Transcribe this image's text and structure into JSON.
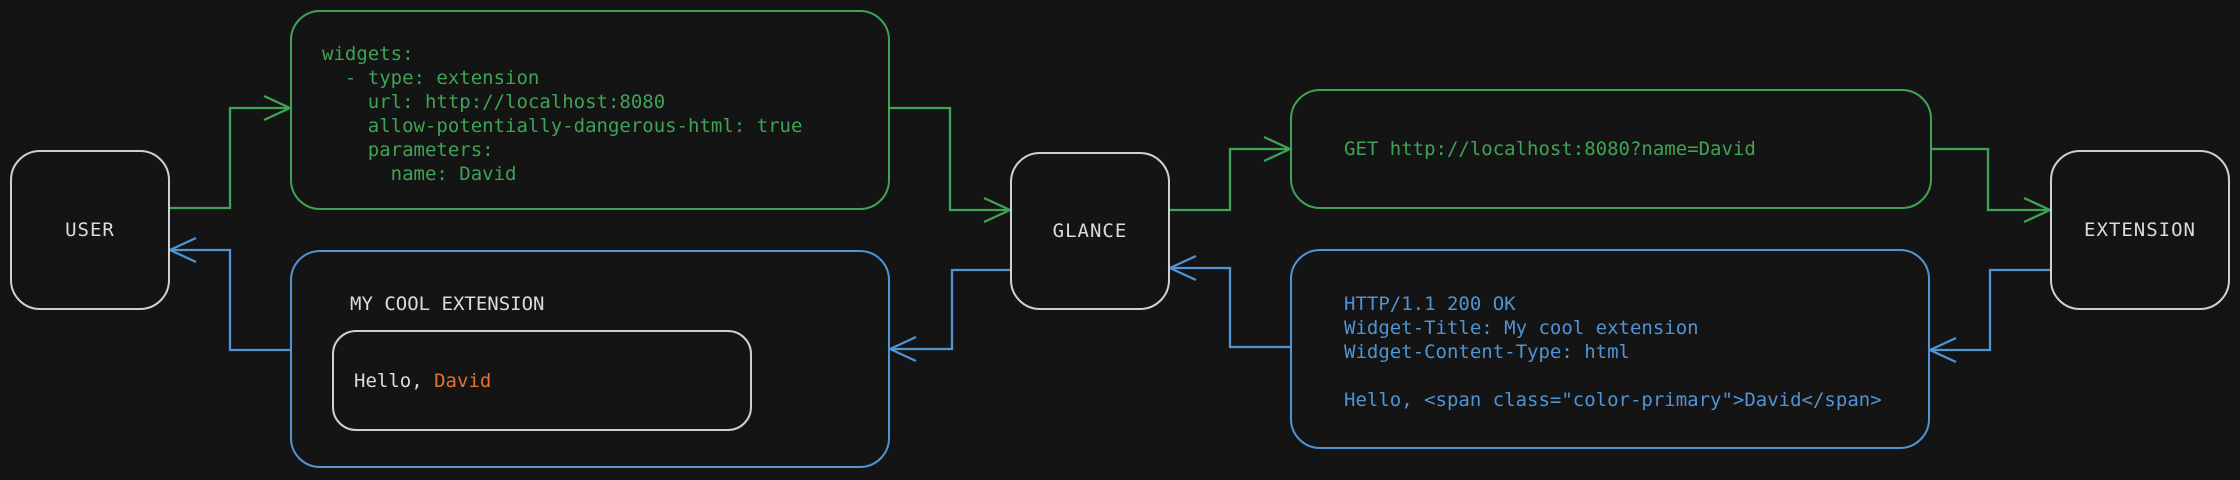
{
  "colors": {
    "background": "#141414",
    "flow_request": "#3fa355",
    "flow_response": "#4f94d4",
    "accent_primary": "#e5712f",
    "neutral_border": "#d0d0d0",
    "text_primary": "#dcdcdc"
  },
  "nodes": {
    "user": {
      "label": "USER"
    },
    "glance": {
      "label": "GLANCE"
    },
    "extension": {
      "label": "EXTENSION"
    }
  },
  "config_box": {
    "lines": [
      "widgets:",
      "  - type: extension",
      "    url: http://localhost:8080",
      "    allow-potentially-dangerous-html: true",
      "    parameters:",
      "      name: David"
    ]
  },
  "request_box": {
    "text": "GET http://localhost:8080?name=David"
  },
  "response_box": {
    "lines": [
      "HTTP/1.1 200 OK",
      "Widget-Title: My cool extension",
      "Widget-Content-Type: html",
      "",
      "Hello, <span class=\"color-primary\">David</span>"
    ]
  },
  "widget_box": {
    "title": "MY COOL EXTENSION",
    "greeting_prefix": "Hello, ",
    "greeting_name": "David"
  }
}
